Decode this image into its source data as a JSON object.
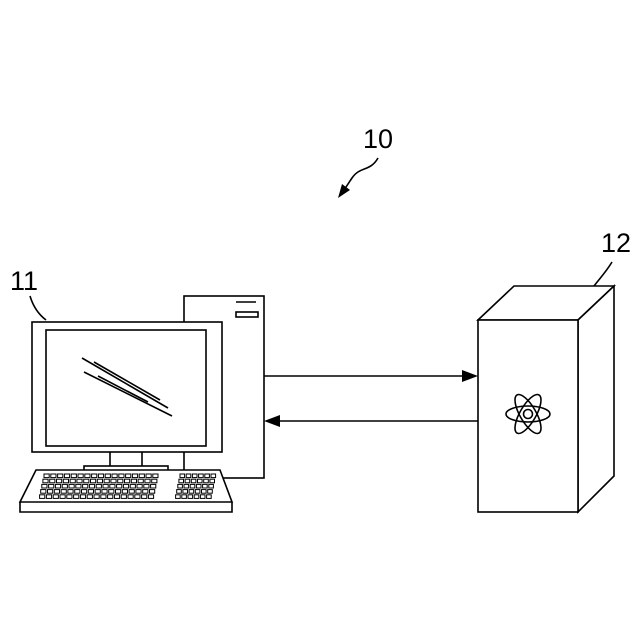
{
  "labels": {
    "system": "10",
    "client_computer": "11",
    "server": "12"
  },
  "colors": {
    "stroke": "#000000",
    "background": "#ffffff"
  },
  "icons": {
    "server_emblem": "atom-icon"
  }
}
